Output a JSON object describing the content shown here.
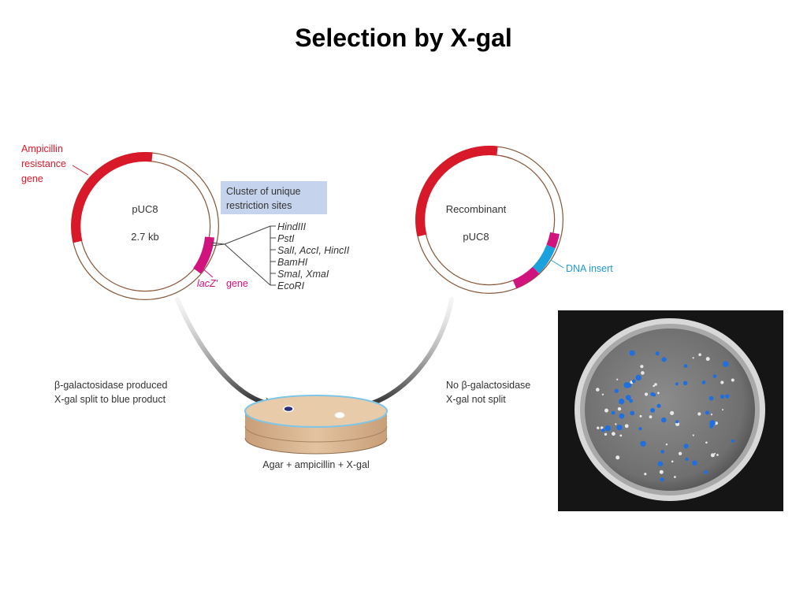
{
  "title": "Selection by X-gal",
  "colors": {
    "ampicillin": "#d7192a",
    "lacz": "#d1137e",
    "insert": "#1ba2dc",
    "plasmid_outline": "#8a5a3c",
    "cluster_box": "#c5d4ec",
    "agar": "#d9b48f"
  },
  "left_plasmid": {
    "name": "pUC8",
    "size": "2.7 kb",
    "ampicillin_label": [
      "Ampicillin",
      "resistance",
      "gene"
    ],
    "lacz_label": "lacZ'",
    "lacz_suffix": "gene",
    "cluster_label": [
      "Cluster of unique",
      "restriction sites"
    ],
    "sites": [
      "HindIII",
      "PstI",
      "SalI, AccI, HincII",
      "BamHI",
      "SmaI, XmaI",
      "EcoRI"
    ]
  },
  "right_plasmid": {
    "name_line1": "Recombinant",
    "name_line2": "pUC8",
    "insert_label": "DNA insert"
  },
  "left_caption": [
    "β-galactosidase produced",
    "X-gal split to blue product"
  ],
  "right_caption": [
    "No β-galactosidase",
    "X-gal not split"
  ],
  "dish_caption": "Agar + ampicillin + X-gal"
}
